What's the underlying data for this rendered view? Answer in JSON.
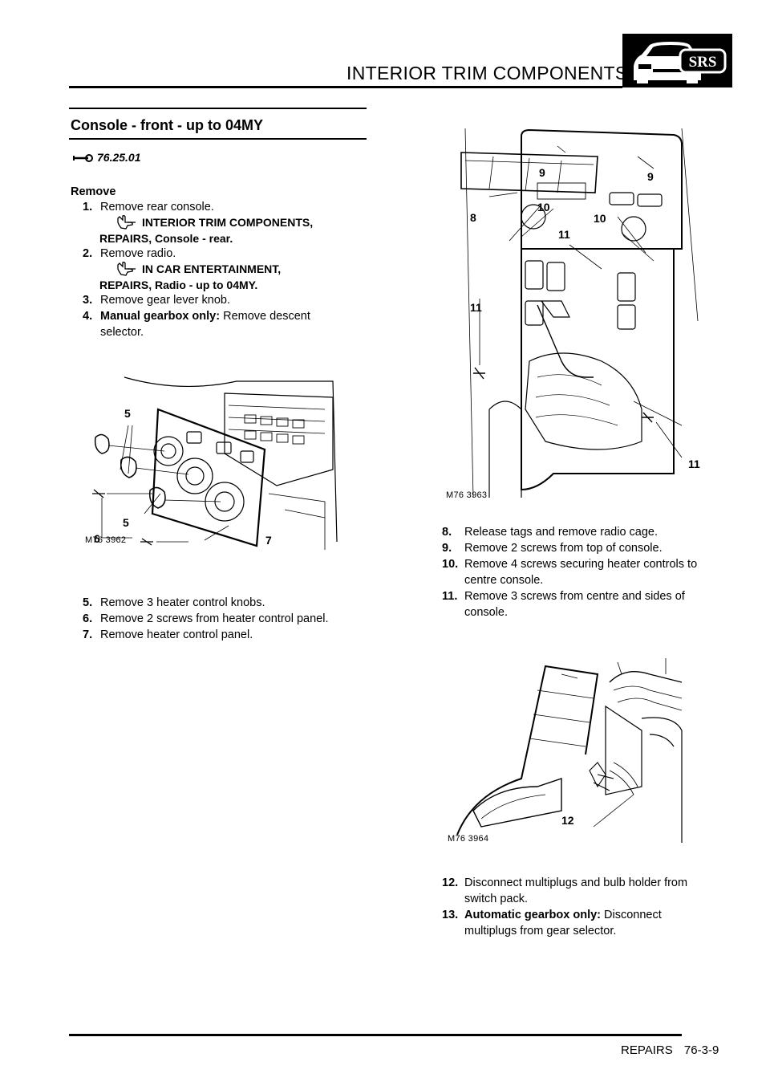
{
  "header": {
    "title": "INTERIOR TRIM COMPONENTS",
    "badge": "SRS"
  },
  "section": {
    "title": "Console - front - up to 04MY",
    "op_number": "76.25.01"
  },
  "remove_heading": "Remove",
  "steps": [
    {
      "n": "1.",
      "text": "Remove rear console."
    },
    {
      "ref1": "INTERIOR TRIM COMPONENTS,",
      "ref2": "REPAIRS, Console - rear."
    },
    {
      "n": "2.",
      "text": "Remove radio."
    },
    {
      "ref1": "IN CAR ENTERTAINMENT,",
      "ref2": "REPAIRS, Radio - up to 04MY."
    },
    {
      "n": "3.",
      "text": "Remove gear lever knob."
    },
    {
      "n": "4.",
      "bold": "Manual gearbox only:",
      "text": " Remove descent",
      "cont": "selector."
    },
    {
      "n": "5.",
      "text": "Remove 3 heater control knobs."
    },
    {
      "n": "6.",
      "text": "Remove 2 screws from heater control panel."
    },
    {
      "n": "7.",
      "text": "Remove heater control panel."
    },
    {
      "n": "8.",
      "text": "Release tags and remove radio cage."
    },
    {
      "n": "9.",
      "text": "Remove 2 screws from top of console."
    },
    {
      "n": "10.",
      "text": "Remove 4 screws securing heater controls to",
      "cont": "centre console."
    },
    {
      "n": "11.",
      "text": "Remove 3 screws from centre and sides of",
      "cont": "console."
    },
    {
      "n": "12.",
      "text": "Disconnect multiplugs and bulb holder from",
      "cont": "switch pack."
    },
    {
      "n": "13.",
      "bold": "Automatic gearbox only:",
      "text": " Disconnect",
      "cont": "multiplugs from gear selector."
    }
  ],
  "figures": {
    "fig1": {
      "caption": "M76 3962",
      "callouts": [
        "5",
        "5",
        "6",
        "7"
      ]
    },
    "fig2": {
      "caption": "M76 3963",
      "callouts": [
        "9",
        "9",
        "8",
        "10",
        "10",
        "11",
        "11",
        "11"
      ]
    },
    "fig3": {
      "caption": "M76 3964",
      "callouts": [
        "12"
      ]
    }
  },
  "footer": {
    "section": "REPAIRS",
    "page": "76-3-9"
  }
}
